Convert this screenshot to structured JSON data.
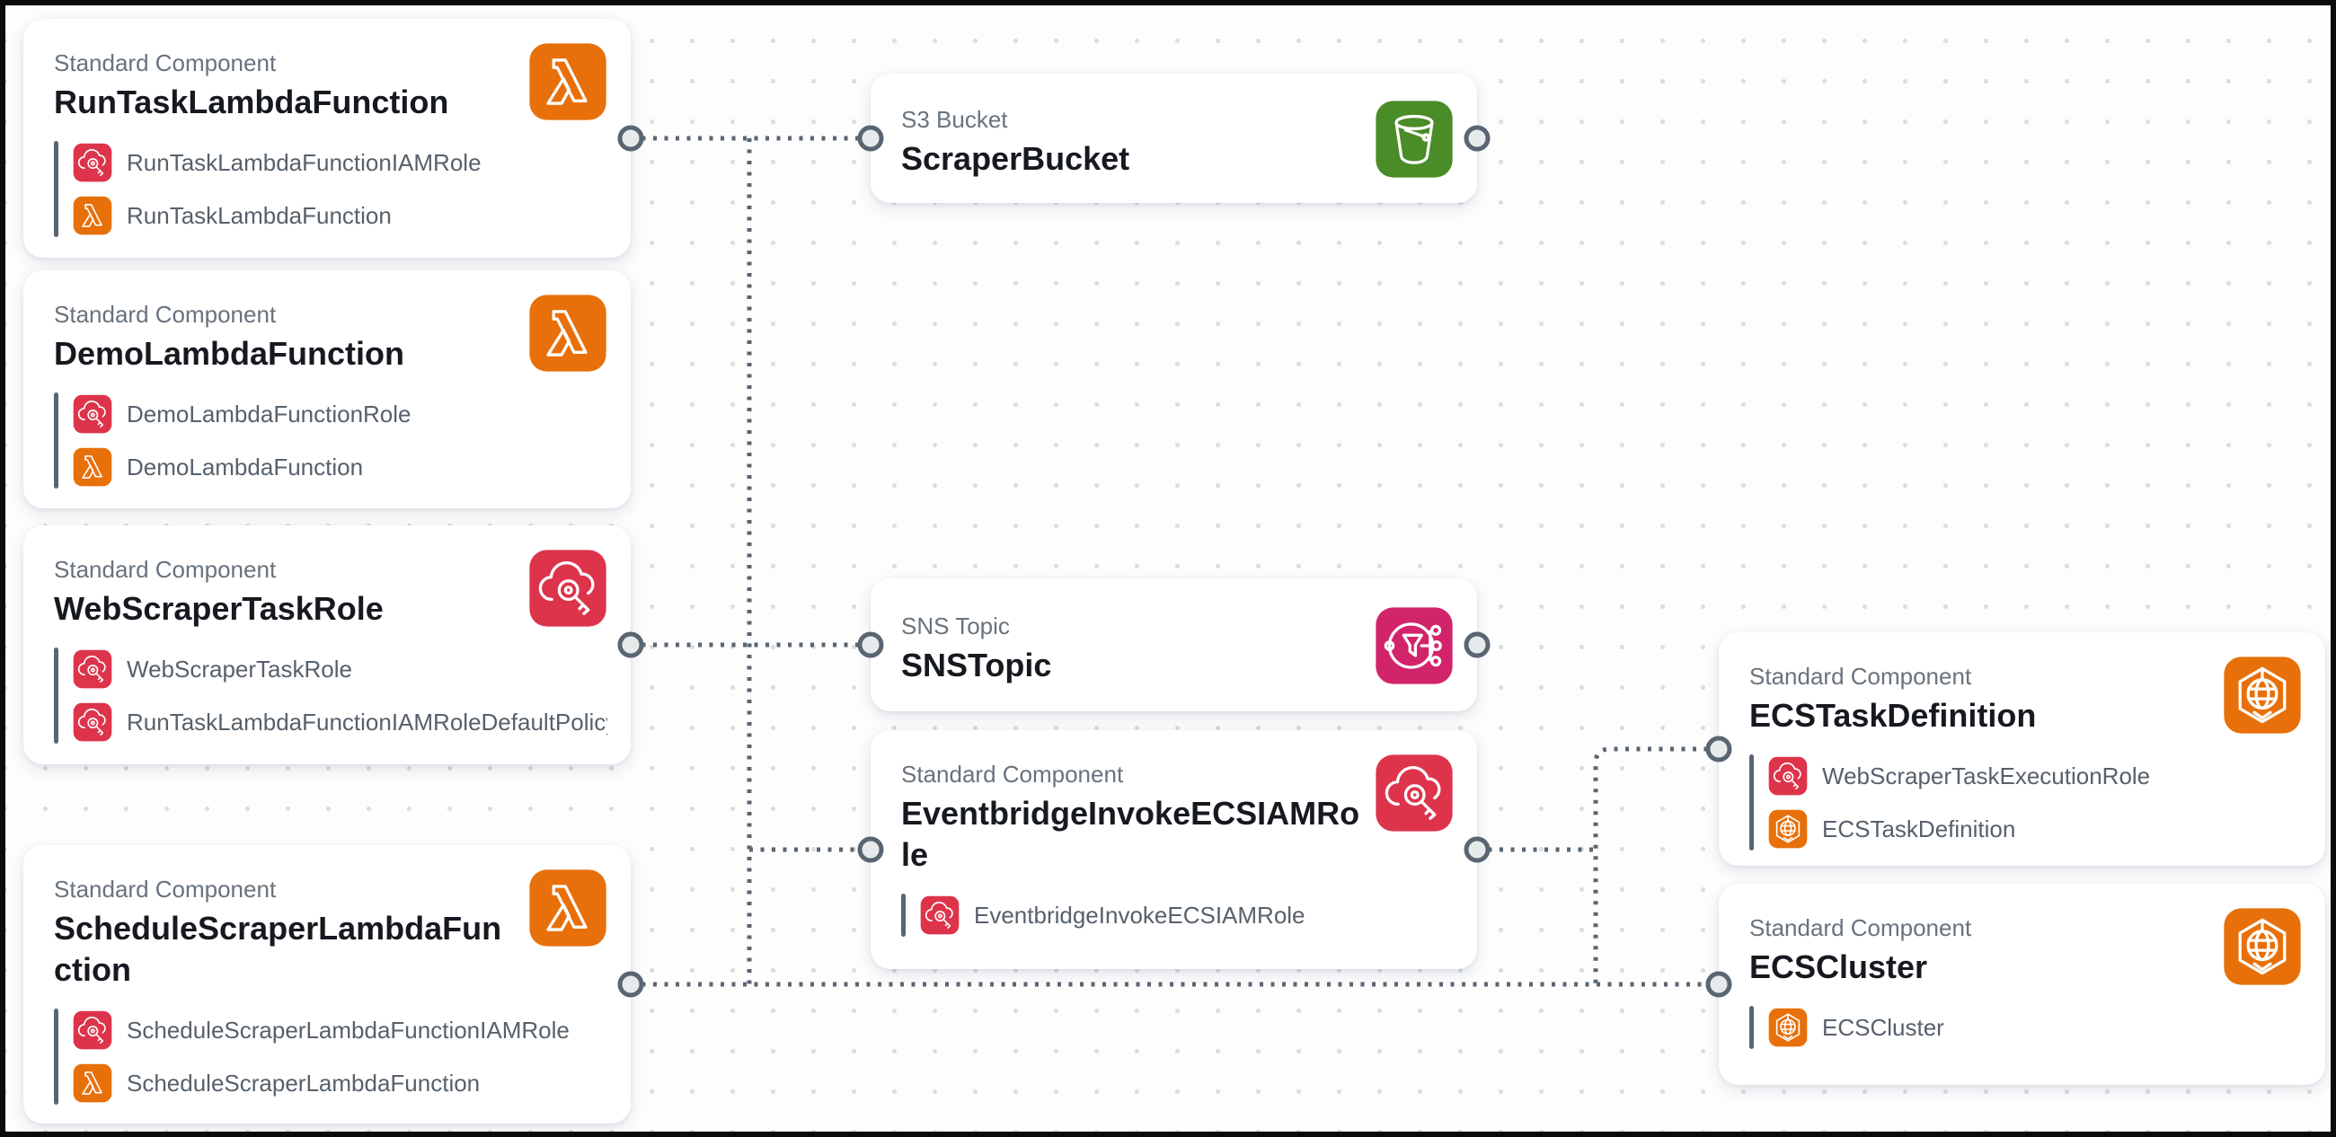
{
  "diagram": {
    "cards": [
      {
        "type_label": "Standard Component",
        "title": "RunTaskLambdaFunction",
        "icon": "lambda",
        "children": [
          {
            "icon": "iam",
            "label": "RunTaskLambdaFunctionIAMRole"
          },
          {
            "icon": "lambda",
            "label": "RunTaskLambdaFunction"
          }
        ]
      },
      {
        "type_label": "Standard Component",
        "title": "DemoLambdaFunction",
        "icon": "lambda",
        "children": [
          {
            "icon": "iam",
            "label": "DemoLambdaFunctionRole"
          },
          {
            "icon": "lambda",
            "label": "DemoLambdaFunction"
          }
        ]
      },
      {
        "type_label": "Standard Component",
        "title": "WebScraperTaskRole",
        "icon": "iam",
        "children": [
          {
            "icon": "iam",
            "label": "WebScraperTaskRole"
          },
          {
            "icon": "iam",
            "label": "RunTaskLambdaFunctionIAMRoleDefaultPolicy"
          }
        ]
      },
      {
        "type_label": "Standard Component",
        "title": "ScheduleScraperLambdaFunction",
        "icon": "lambda",
        "children": [
          {
            "icon": "iam",
            "label": "ScheduleScraperLambdaFunctionIAMRole"
          },
          {
            "icon": "lambda",
            "label": "ScheduleScraperLambdaFunction"
          }
        ]
      },
      {
        "type_label": "S3 Bucket",
        "title": "ScraperBucket",
        "icon": "s3",
        "children": []
      },
      {
        "type_label": "SNS Topic",
        "title": "SNSTopic",
        "icon": "sns",
        "children": []
      },
      {
        "type_label": "Standard Component",
        "title": "EventbridgeInvokeECSIAMRole",
        "icon": "iam",
        "children": [
          {
            "icon": "iam",
            "label": "EventbridgeInvokeECSIAMRole"
          }
        ]
      },
      {
        "type_label": "Standard Component",
        "title": "ECSTaskDefinition",
        "icon": "ecs",
        "children": [
          {
            "icon": "iam",
            "label": "WebScraperTaskExecutionRole"
          },
          {
            "icon": "ecs",
            "label": "ECSTaskDefinition"
          }
        ]
      },
      {
        "type_label": "Standard Component",
        "title": "ECSCluster",
        "icon": "ecs",
        "children": [
          {
            "icon": "ecs",
            "label": "ECSCluster"
          }
        ]
      }
    ],
    "connections": [
      {
        "from": "RunTaskLambdaFunction",
        "to": "ScraperBucket"
      },
      {
        "from": "WebScraperTaskRole",
        "to": "SNSTopic"
      },
      {
        "from": "ScheduleScraperLambdaFunction",
        "to": "ECSCluster"
      },
      {
        "from": "EventbridgeInvokeECSIAMRole",
        "to": "ECSTaskDefinition"
      },
      {
        "from": "EventbridgeInvokeECSIAMRole",
        "to": "ECSCluster"
      }
    ]
  },
  "colors": {
    "canvas": "#fdfdfd",
    "grid_dot": "#d9dfdf",
    "card": "#ffffff",
    "title": "#16191f",
    "label": "#68737d",
    "subtext": "#57616b",
    "bar": "#5a6572",
    "line": "#5a6572",
    "port_fill": "#e6eaea",
    "lambda": "#e8700a",
    "iam": "#dd344c",
    "s3": "#4a8c27",
    "sns": "#d2246a",
    "ecs": "#e8700a"
  }
}
